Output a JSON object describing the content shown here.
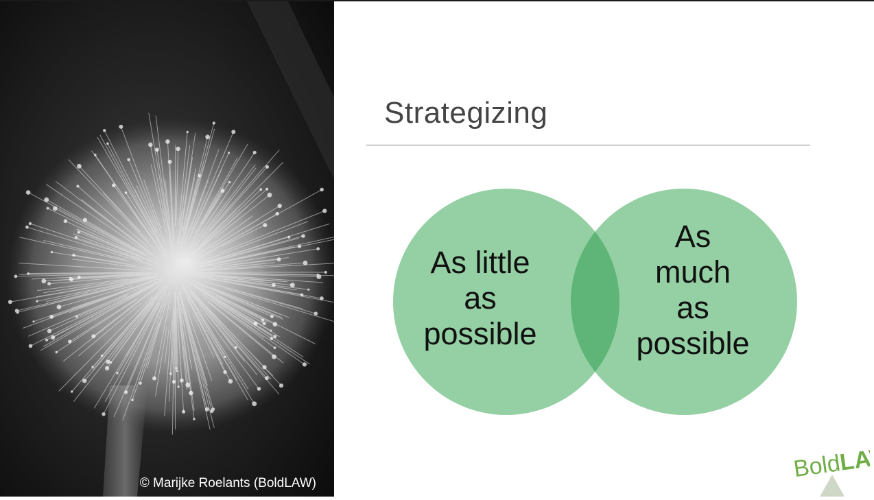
{
  "slide": {
    "title": "Strategizing",
    "photo_credit": "© Marijke Roelants (BoldLAW)",
    "photo_subject": "dandelion seed head (black and white)"
  },
  "venn": {
    "left_label_lines": [
      "As little",
      "as",
      "possible"
    ],
    "right_label_lines": [
      "As",
      "much",
      "as",
      "possible"
    ],
    "colors": {
      "circle": "#94d0a4",
      "overlap": "#5fb578"
    }
  },
  "logo": {
    "part1": "Bold",
    "part2": "LAW",
    "color": "#70ad47"
  }
}
